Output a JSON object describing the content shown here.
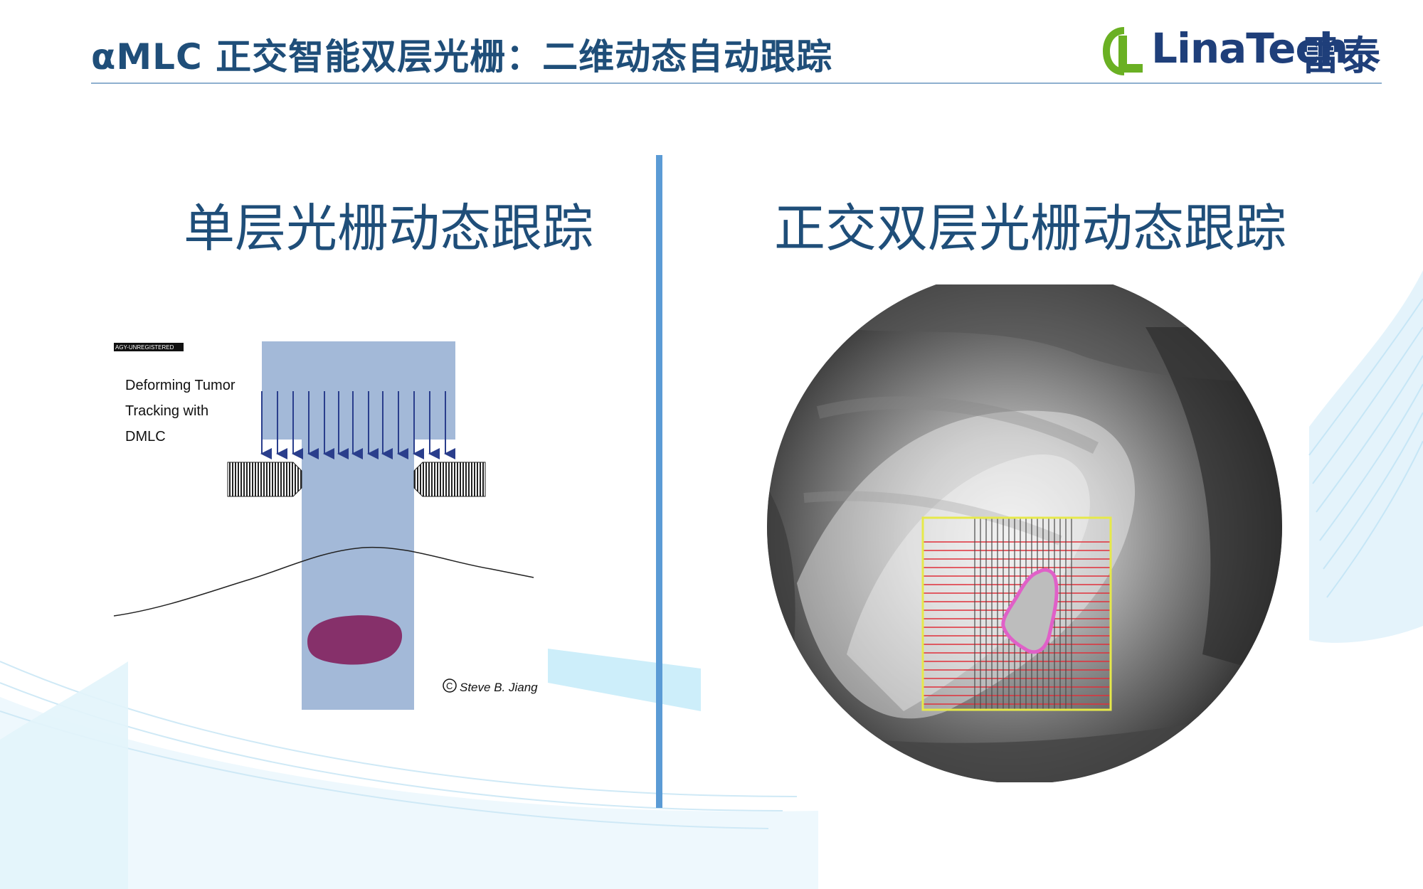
{
  "header": {
    "title": "αMLC 正交智能双层光栅：二维动态自动跟踪",
    "logo_brand": "LinaTech",
    "logo_chinese": "雷泰"
  },
  "left_panel": {
    "heading": "单层光栅动态跟踪",
    "figure": {
      "watermark": "AGY-UNREGISTERED",
      "caption_lines": [
        "Deforming Tumor",
        "Tracking with",
        "DMLC"
      ],
      "credit": "Steve B. Jiang"
    }
  },
  "right_panel": {
    "heading": "正交双层光栅动态跟踪"
  },
  "colors": {
    "title": "#1f4e79",
    "divider": "#5b9bd5",
    "logo_green": "#6ab023",
    "beam": "#a3b9d8",
    "tumor": "#86306a",
    "grid_yellow": "#e6e94a",
    "grid_red": "#e0303a",
    "outline_pink": "#e060c8"
  },
  "icons": {
    "logo": "linatech-logo-icon",
    "copyright": "copyright-icon"
  }
}
